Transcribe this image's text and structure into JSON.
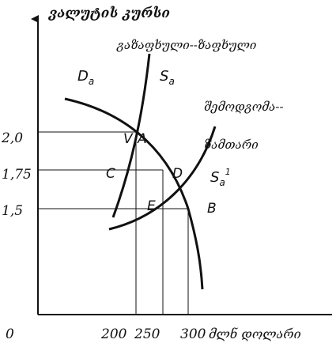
{
  "axes": {
    "y_title": "ვალუტის კურსი",
    "x_unit": "მლნ დოლარი",
    "origin": "0"
  },
  "curve_labels": {
    "demand": {
      "letter": "D",
      "subscript": "a"
    },
    "supply_spring": {
      "letter": "S",
      "subscript": "a"
    },
    "supply_autumn": {
      "letter": "S",
      "subscript": "a",
      "superscript": "1"
    }
  },
  "season_labels": {
    "spring_summer": "გაზაფხული--ზაფხული",
    "autumn_line1": "შემოდგომა--",
    "autumn_line2": "ზამთარი"
  },
  "y_ticks": [
    {
      "value": 2.0,
      "label": "2,0"
    },
    {
      "value": 1.75,
      "label": "1,75"
    },
    {
      "value": 1.5,
      "label": "1,5"
    }
  ],
  "x_ticks": [
    {
      "value": 200,
      "label": "200"
    },
    {
      "value": 250,
      "label": "250"
    },
    {
      "value": 300,
      "label": "300"
    }
  ],
  "points": [
    {
      "id": "V",
      "label": "V"
    },
    {
      "id": "A",
      "label": "A"
    },
    {
      "id": "C",
      "label": "C"
    },
    {
      "id": "D",
      "label": "D"
    },
    {
      "id": "E",
      "label": "E"
    },
    {
      "id": "B",
      "label": "B"
    }
  ],
  "colors": {
    "ink": "#111111",
    "background": "#ffffff"
  }
}
